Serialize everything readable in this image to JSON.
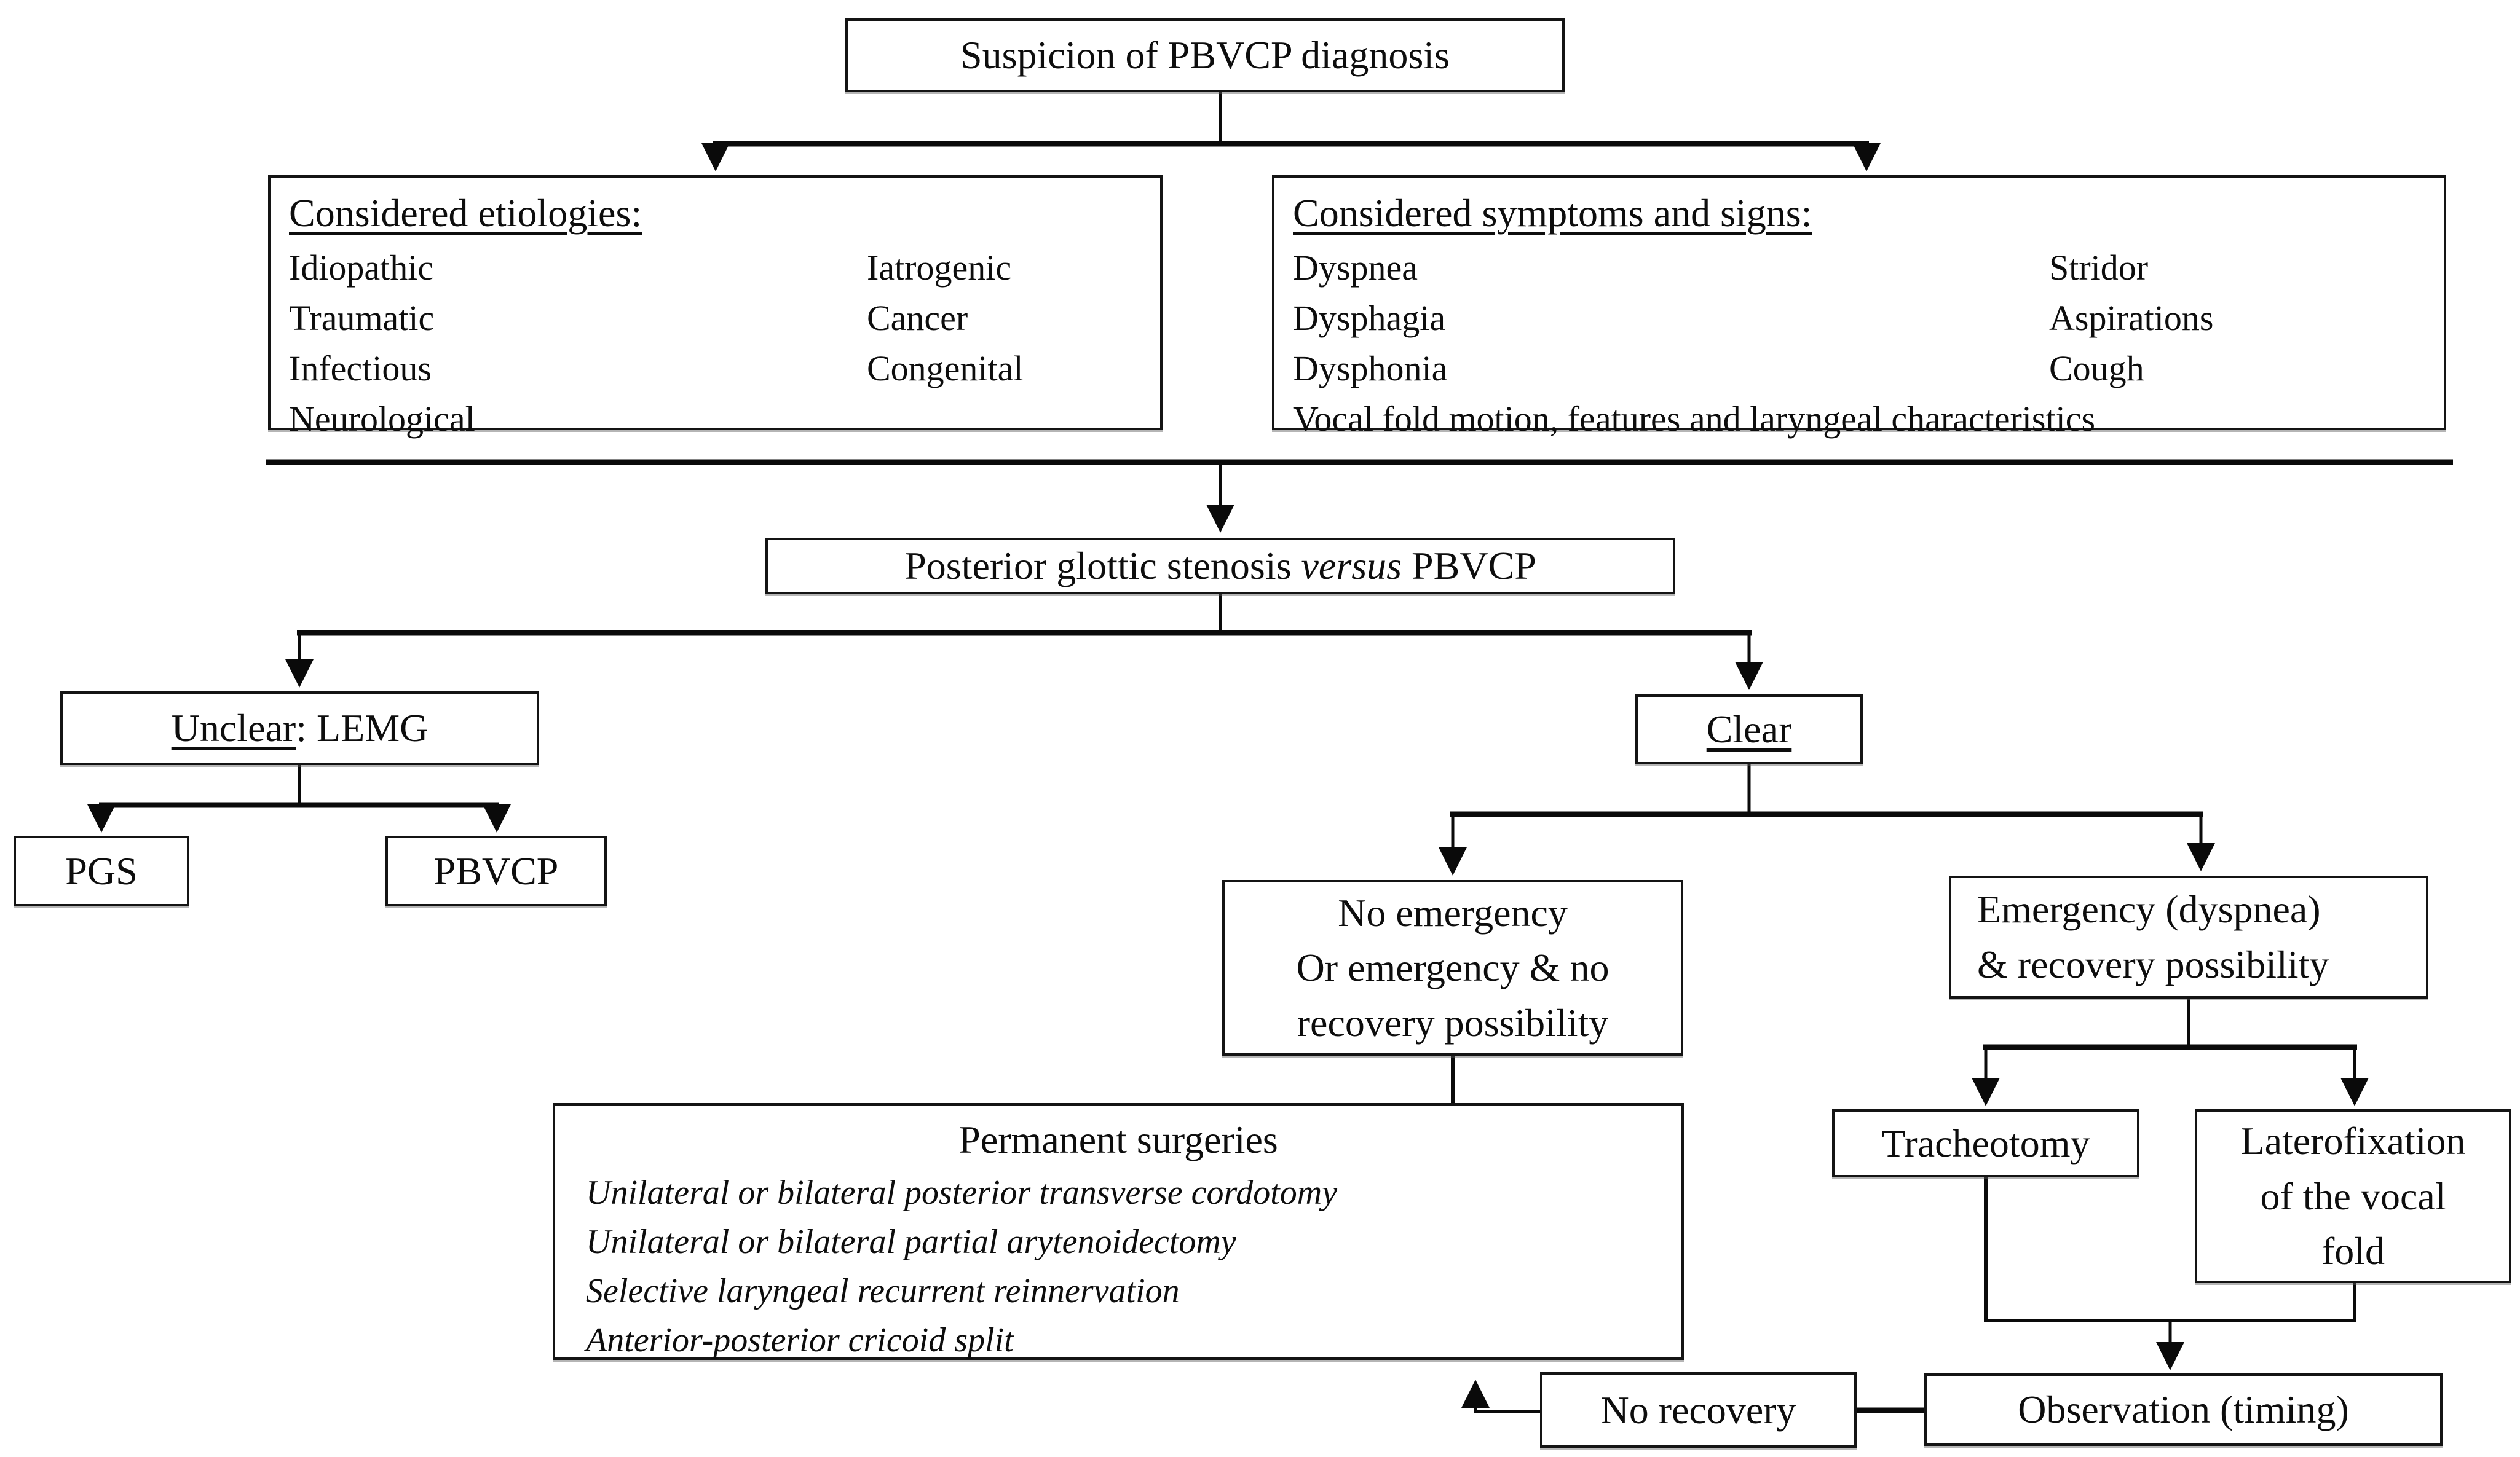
{
  "colors": {
    "background": "#ffffff",
    "line": "#0a0a0a",
    "border": "#141414",
    "text": "#0d0d0d"
  },
  "nodes": {
    "suspicion": {
      "label": "Suspicion of PBVCP diagnosis"
    },
    "etiologies": {
      "heading": "Considered etiologies:",
      "col1": [
        "Idiopathic",
        "Traumatic",
        "Infectious",
        "Neurological"
      ],
      "col2": [
        "Iatrogenic",
        "Cancer",
        "Congenital"
      ]
    },
    "symptoms": {
      "heading": "Considered symptoms and signs:",
      "col1": [
        "Dyspnea",
        "Dysphagia",
        "Dysphonia"
      ],
      "col2": [
        "Stridor",
        "Aspirations",
        "Cough"
      ],
      "footer": "Vocal fold motion, features and laryngeal characteristics"
    },
    "stenosis": {
      "pre": "Posterior glottic stenosis ",
      "italic": "versus",
      "post": " PBVCP"
    },
    "unclear": {
      "underlined": "Unclear",
      "rest": ": LEMG"
    },
    "pgs": {
      "label": "PGS"
    },
    "pbvcp": {
      "label": "PBVCP"
    },
    "clear": {
      "label": "Clear"
    },
    "no_emergency": {
      "label": "No emergency\nOr emergency & no\nrecovery possibility"
    },
    "emergency": {
      "label": "Emergency (dyspnea)\n& recovery possibility"
    },
    "permanent": {
      "title": "Permanent surgeries",
      "items": [
        "Unilateral or bilateral posterior transverse cordotomy",
        "Unilateral or bilateral partial arytenoidectomy",
        "Selective laryngeal recurrent reinnervation",
        "Anterior-posterior cricoid split"
      ]
    },
    "tracheotomy": {
      "label": "Tracheotomy"
    },
    "laterofixation": {
      "label": "Laterofixation\nof the vocal\nfold"
    },
    "no_recovery": {
      "label": "No recovery"
    },
    "observation": {
      "label": "Observation (timing)"
    }
  }
}
